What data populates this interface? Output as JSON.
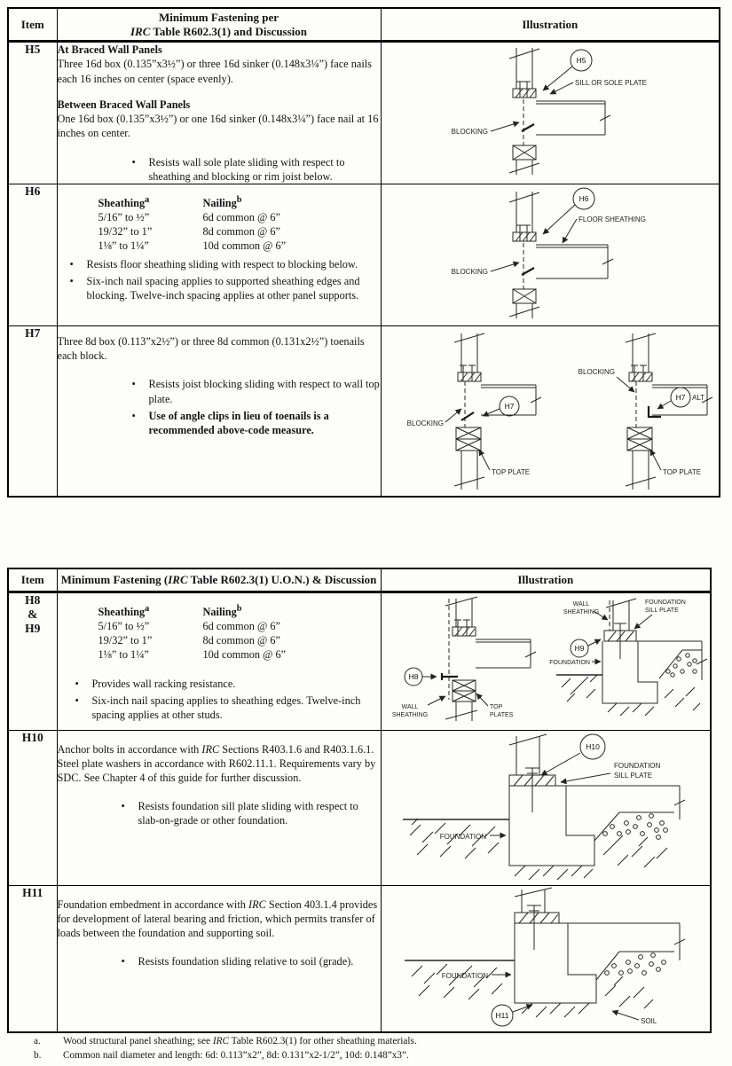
{
  "ui": {
    "bullet": "•"
  },
  "table1": {
    "header": {
      "item": "Item",
      "fastening_line1": "Minimum Fastening  per",
      "fastening_italic": "IRC",
      "fastening_line2_rest": " Table R602.3(1) and Discussion",
      "illustration": "Illustration"
    },
    "h5": {
      "item": "H5",
      "heading1": "At Braced Wall Panels",
      "para1": "Three 16d box (0.135”x3½”) or three 16d sinker (0.148x3¼”) face nails each 16 inches on center (space evenly).",
      "heading2": "Between Braced Wall Panels",
      "para2": "One 16d box (0.135”x3½”) or one 16d sinker (0.148x3¼”) face nail at 16 inches on center.",
      "bullets": [
        "Resists wall sole plate sliding with respect to sheathing and blocking or rim joist below."
      ],
      "illus": {
        "tag": "H5",
        "sill_label": "SILL OR SOLE PLATE",
        "blocking_label": "BLOCKING"
      }
    },
    "h6": {
      "item": "H6",
      "spec": {
        "col1_label": "Sheathing",
        "col1_sup": "a",
        "col2_label": "Nailing",
        "col2_sup": "b",
        "rows": [
          {
            "s": "5/16” to ½”",
            "n": "6d common @ 6”"
          },
          {
            "s": "19/32” to 1”",
            "n": "8d common @ 6”"
          },
          {
            "s": "1⅛” to 1¼”",
            "n": "10d common @ 6”"
          }
        ]
      },
      "bullets": [
        "Resists floor sheathing sliding with respect to blocking below.",
        "Six-inch nail spacing applies to supported sheathing edges and blocking.  Twelve-inch spacing applies at other panel supports."
      ],
      "illus": {
        "tag": "H6",
        "sheathing_label": "FLOOR SHEATHING",
        "blocking_label": "BLOCKING"
      }
    },
    "h7": {
      "item": "H7",
      "para": "Three 8d box (0.113”x2½”) or three 8d common (0.131x2½”) toenails each block.",
      "bullets": [
        "Resists joist blocking sliding with respect to wall top plate."
      ],
      "bullet_bold": "Use of angle clips in lieu of toenails is a recommended above-code measure.",
      "illus_left": {
        "blocking_label": "BLOCKING",
        "tag": "H7",
        "top_plate_label": "TOP PLATE"
      },
      "illus_right": {
        "blocking_label": "BLOCKING",
        "tag": "H7",
        "alt_label": "ALT",
        "top_plate_label": "TOP PLATE"
      }
    }
  },
  "table2": {
    "header": {
      "item": "Item",
      "fastening_pre": "Minimum Fastening (",
      "fastening_italic": "IRC",
      "fastening_post": " Table R602.3(1) U.O.N.) & Discussion",
      "illustration": "Illustration"
    },
    "h8_h9": {
      "item": "H8\n&\nH9",
      "spec": {
        "col1_label": "Sheathing",
        "col1_sup": "a",
        "col2_label": "Nailing",
        "col2_sup": "b",
        "rows": [
          {
            "s": "5/16” to ½”",
            "n": "6d common @ 6”"
          },
          {
            "s": "19/32” to 1”",
            "n": "8d common @ 6”"
          },
          {
            "s": "1⅛” to 1¼”",
            "n": "10d common @ 6”"
          }
        ]
      },
      "bullets": [
        "Provides wall racking resistance.",
        "Six-inch nail spacing applies to sheathing edges.  Twelve-inch spacing applies at other studs."
      ],
      "illus_left": {
        "tag": "H8",
        "wall_sheathing_lines": [
          "WALL",
          "SHEATHING"
        ],
        "top_plates_lines": [
          "TOP",
          "PLATES"
        ]
      },
      "illus_right": {
        "tag": "H9",
        "wall_sheathing_lines": [
          "WALL",
          "SHEATHING"
        ],
        "sill_lines": [
          "FOUNDATION",
          "SILL PLATE"
        ],
        "foundation_label": "FOUNDATION"
      }
    },
    "h10": {
      "item": "H10",
      "para_pre": "Anchor bolts in accordance with ",
      "para_italic": "IRC",
      "para_post": " Sections R403.1.6 and R403.1.6.1.  Steel plate washers in accordance with R602.11.1. Requirements vary by SDC. See Chapter 4 of this guide for further discussion.",
      "bullets": [
        "Resists foundation sill plate sliding with respect to slab-on-grade or other foundation."
      ],
      "illus": {
        "tag": "H10",
        "sill_lines": [
          "FOUNDATION",
          "SILL PLATE"
        ],
        "foundation_label": "FOUNDATION"
      }
    },
    "h11": {
      "item": "H11",
      "para_pre": "Foundation embedment in accordance with ",
      "para_italic": "IRC",
      "para_post": " Section 403.1.4 provides for development of lateral bearing and friction, which permits transfer of loads between the foundation and supporting soil.",
      "bullets": [
        "Resists foundation sliding relative to soil (grade)."
      ],
      "illus": {
        "tag": "H11",
        "foundation_label": "FOUNDATION",
        "soil_label": "SOIL"
      }
    }
  },
  "footnotes": [
    {
      "letter": "a.",
      "pre": "Wood structural panel sheathing; see ",
      "italic": "IRC",
      "post": " Table R602.3(1) for other sheathing materials."
    },
    {
      "letter": "b.",
      "pre": "Common nail diameter and length:  6d: 0.113”x2”, 8d: 0.131”x2-1/2”, 10d: 0.148”x3”.",
      "italic": "",
      "post": ""
    }
  ]
}
